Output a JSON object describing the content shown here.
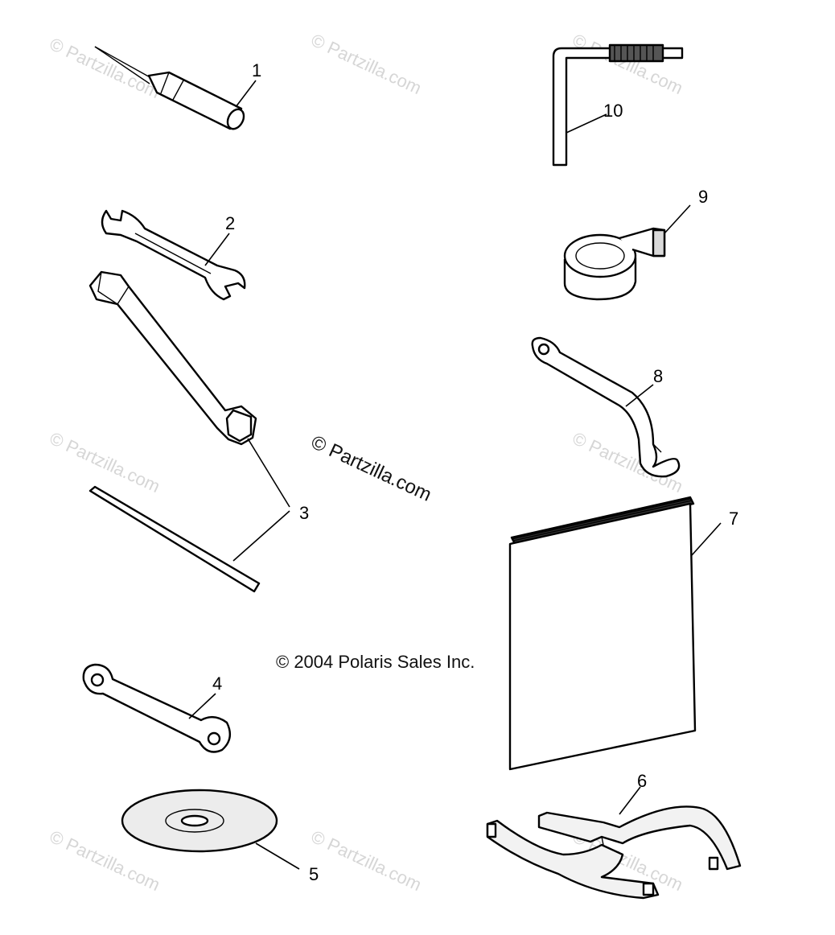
{
  "watermark": {
    "text": "© Partzilla.com",
    "center_text": "© Partzilla.com"
  },
  "copyright": "© 2004 Polaris Sales Inc.",
  "callouts": [
    "1",
    "2",
    "3",
    "4",
    "5",
    "6",
    "7",
    "8",
    "9",
    "10"
  ],
  "parts": [
    {
      "callout": "1",
      "icon": "screwdriver-icon"
    },
    {
      "callout": "2",
      "icon": "open-end-wrench-icon"
    },
    {
      "callout": "3",
      "icon": "spark-plug-socket-wrench-and-bar-icon"
    },
    {
      "callout": "4",
      "icon": "box-end-wrench-icon"
    },
    {
      "callout": "5",
      "icon": "cd-disc-icon"
    },
    {
      "callout": "6",
      "icon": "stand-bracket-icon"
    },
    {
      "callout": "7",
      "icon": "owners-manual-icon"
    },
    {
      "callout": "8",
      "icon": "spanner-wrench-icon"
    },
    {
      "callout": "9",
      "icon": "tape-roll-icon"
    },
    {
      "callout": "10",
      "icon": "hex-key-icon"
    }
  ]
}
